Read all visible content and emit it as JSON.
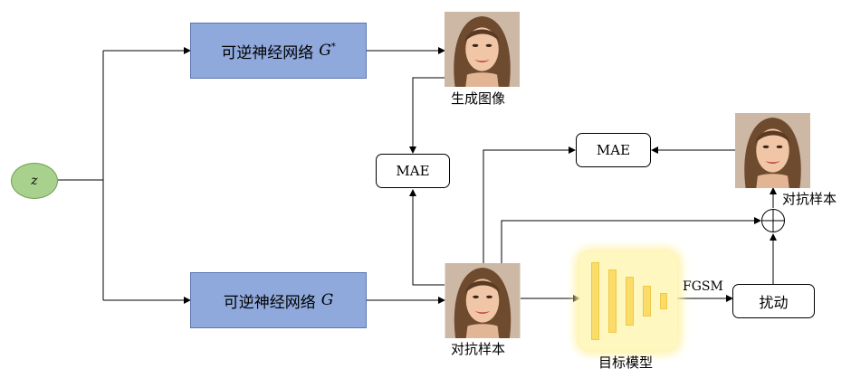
{
  "z_label": "z",
  "net_top": {
    "text": "可逆神经网络",
    "symbol": "G",
    "superscript": "*"
  },
  "net_bottom": {
    "text": "可逆神经网络",
    "symbol": "G"
  },
  "mae_left": "MAE",
  "mae_right": "MAE",
  "label_generated": "生成图像",
  "label_adv_bottom": "对抗样本",
  "label_adv_right": "对抗样本",
  "label_model": "目标模型",
  "label_fgsm": "FGSM",
  "perturb_label": "扰动",
  "face_icon": "face-photo",
  "colors": {
    "network_fill": "#8fa9dc",
    "z_node_fill": "#a9d18e",
    "model_fill": "#f9dc6a"
  }
}
